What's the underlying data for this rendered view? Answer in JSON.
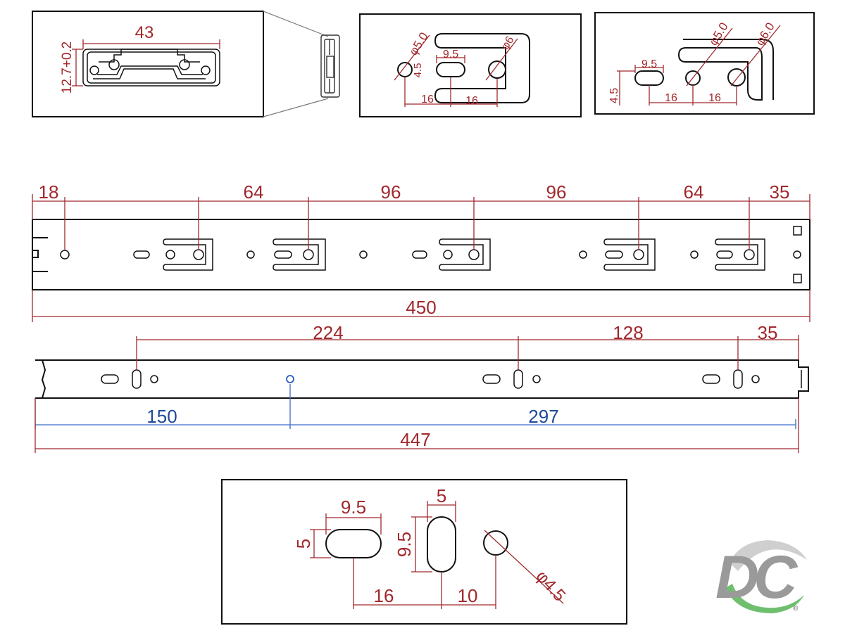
{
  "section_view": {
    "width": "43",
    "height": "12.7+0.2"
  },
  "detail_front": {
    "d1": "φ5.0",
    "d2": "φ6",
    "h": "4.5",
    "slot": "9.5",
    "a": "16",
    "b": "16"
  },
  "detail_rear": {
    "d1": "φ5.0",
    "d2": "φ6.0",
    "h": "4.5",
    "slot": "9.5",
    "a": "16",
    "b": "16"
  },
  "outer_rail": {
    "d_start": "18",
    "d1": "64",
    "d2": "96",
    "d3": "96",
    "d4": "64",
    "d_end": "35",
    "total": "450"
  },
  "inner_rail": {
    "d1": "224",
    "d2": "128",
    "d_end": "35",
    "b1": "150",
    "b2": "297",
    "total": "447"
  },
  "hole_detail": {
    "slot_w": "9.5",
    "slot_h": "5",
    "vslot_w": "5",
    "vslot_h": "9.5",
    "a": "16",
    "b": "10",
    "d": "φ4.5"
  },
  "logo": {
    "text": "DC"
  },
  "colors": {
    "dimension": "#a0282c",
    "blue_dimension": "#1f4a9a",
    "logo_grey": "#9a9a9a",
    "logo_green": "#3a9a3a"
  }
}
